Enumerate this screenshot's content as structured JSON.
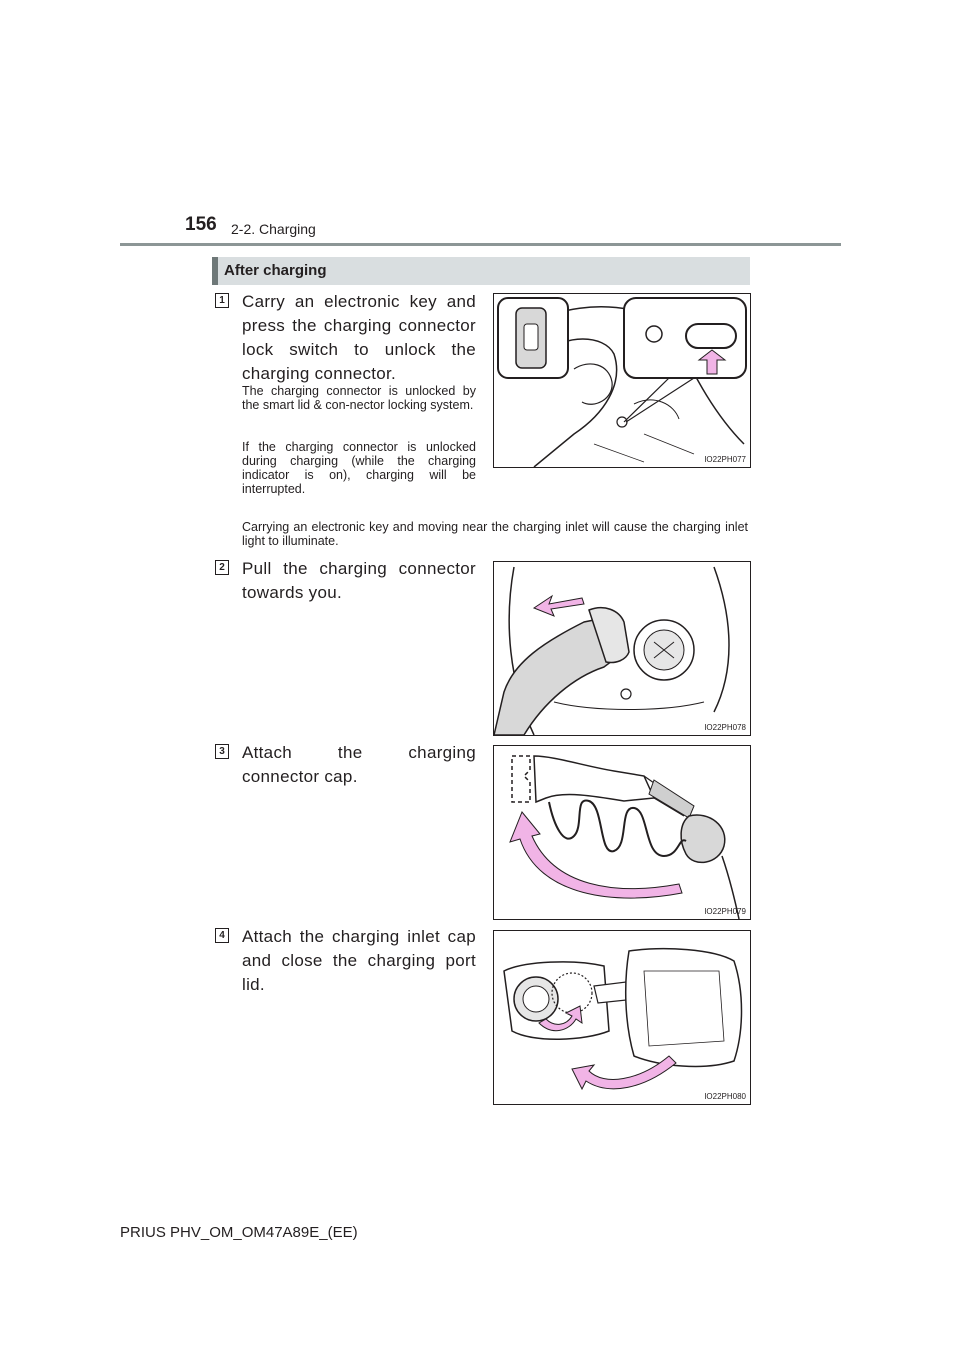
{
  "header": {
    "page_number": "156",
    "section": "2-2. Charging"
  },
  "section_title": "After charging",
  "steps": [
    {
      "number": "1",
      "text": "Carry an electronic key and press the charging connector lock switch to unlock the charging connector.",
      "notes": [
        "The charging connector is unlocked by the smart lid & con-nector locking system.",
        "If the charging connector is unlocked during charging (while the charging indicator is on), charging will be interrupted."
      ],
      "figure_code": "IO22PH077"
    },
    {
      "number": "2",
      "text": "Pull the charging connector towards you.",
      "figure_code": "IO22PH078"
    },
    {
      "number": "3",
      "text": "Attach the charging connector cap.",
      "figure_code": "IO22PH079"
    },
    {
      "number": "4",
      "text": "Attach the charging inlet cap and close the charging port lid.",
      "figure_code": "IO22PH080"
    }
  ],
  "wide_note": "Carrying an electronic key and moving near the charging inlet will cause the charging inlet light to illuminate.",
  "footer": "PRIUS PHV_OM_OM47A89E_(EE)",
  "colors": {
    "arrow_pink": "#f1b4e6",
    "rule_gray": "#8c9696",
    "heading_bg": "#d9dee0"
  }
}
